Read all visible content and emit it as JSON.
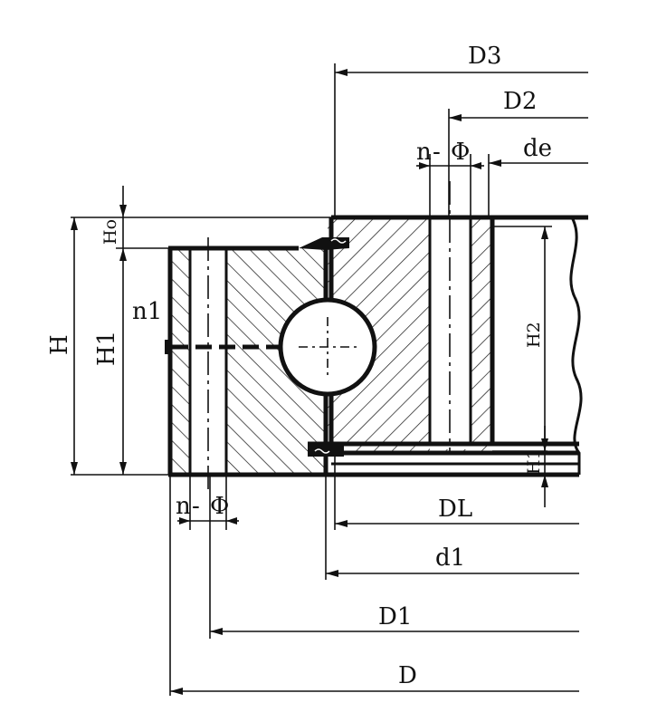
{
  "diagram": {
    "labels": {
      "D3": "D3",
      "D2": "D2",
      "n_top": "n",
      "phi_top": "Φ",
      "de": "de",
      "Ho": "Ho",
      "H": "H",
      "H1": "H1",
      "n1": "n1",
      "H2": "H2",
      "Hl": "H1",
      "n_bottom": "n",
      "phi_bottom": "Φ",
      "DL": "DL",
      "d1": "d1",
      "D1": "D1",
      "D": "D"
    },
    "colors": {
      "line": "#111111",
      "background": "#ffffff"
    }
  }
}
